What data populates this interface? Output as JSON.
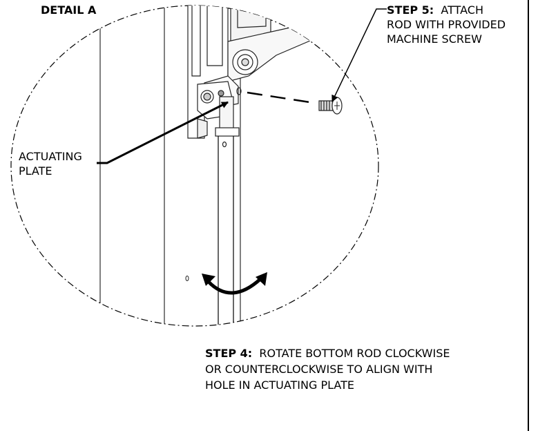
{
  "detail_title": "DETAIL A",
  "step5": {
    "label": "STEP 5:",
    "line1": "ATTACH",
    "line2": "ROD WITH PROVIDED",
    "line3": "MACHINE SCREW"
  },
  "actuating_plate": {
    "line1": "ACTUATING",
    "line2": "PLATE"
  },
  "step4": {
    "label": "STEP 4:",
    "line1": "ROTATE BOTTOM ROD CLOCKWISE",
    "line2": "OR COUNTERCLOCKWISE TO ALIGN WITH",
    "line3": "HOLE IN ACTUATING PLATE"
  }
}
